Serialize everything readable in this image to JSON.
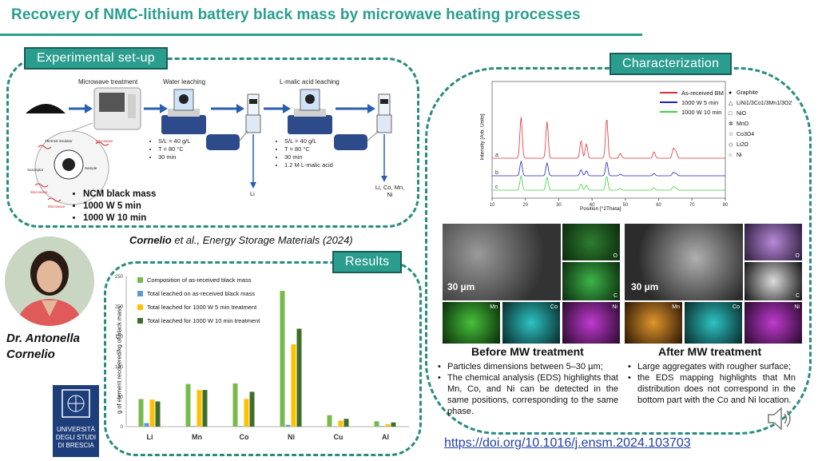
{
  "title": "Recovery of NMC-lithium battery black mass by microwave heating processes",
  "setup": {
    "heading": "Experimental set-up",
    "steps": [
      "Microwave treatment",
      "Water leaching",
      "L-malic acid leaching"
    ],
    "water_conditions": [
      "S/L = 40 g/L",
      "T = 80 °C",
      "30 min"
    ],
    "malic_conditions": [
      "S/L = 40 g/L",
      "T = 80 °C",
      "30 min",
      "1.2 M L-malic acid"
    ],
    "out_li": "Li",
    "out_metals": "Li, Co, Mn, Ni",
    "mw_labels": [
      "Thermal insulator",
      "Microwave",
      "Susceptor",
      "Sample",
      "Microwave",
      "Microwave"
    ],
    "samples": [
      "NCM black mass",
      "1000 W 5 min",
      "1000 W 10 min"
    ]
  },
  "citation": {
    "author": "Cornelio",
    "rest": " et al., Energy Storage Materials (2024)"
  },
  "presenter": {
    "line1": "Dr. Antonella",
    "line2": "Cornelio"
  },
  "university": {
    "l1": "UNIVERSITÀ",
    "l2": "DEGLI STUDI",
    "l3": "DI BRESCIA"
  },
  "results": {
    "heading": "Results"
  },
  "chart_data": {
    "type": "bar",
    "title": "",
    "xlabel": "",
    "ylabel": "g of element recovered/kg of black mass",
    "ylim": [
      0,
      250
    ],
    "yticks": [
      "0",
      "50",
      "100",
      "150",
      "200",
      "250"
    ],
    "categories": [
      "Li",
      "Mn",
      "Co",
      "Ni",
      "Cu",
      "Al"
    ],
    "series": [
      {
        "name": "Composition of as-received black mass",
        "color": "#78b94c",
        "values": [
          46,
          71,
          72,
          226,
          19,
          9
        ]
      },
      {
        "name": "Total leached on as-received black mass",
        "color": "#5b9bd5",
        "values": [
          6,
          1,
          1,
          3,
          0,
          1
        ]
      },
      {
        "name": "Total leached for 1000 W 5 min treatment",
        "color": "#ffc000",
        "values": [
          45,
          61,
          46,
          137,
          10,
          4
        ]
      },
      {
        "name": "Total leached for 1000 W 10 min treatment",
        "color": "#3f6e2b",
        "values": [
          42,
          61,
          58,
          163,
          13,
          7
        ]
      }
    ],
    "legend": "top-left"
  },
  "characterization": {
    "heading": "Characterization",
    "xrd": {
      "ylabel": "Intensity [Arb. Units]",
      "xlabel": "Position [°2Theta]",
      "xticks": [
        "10",
        "20",
        "30",
        "40",
        "50",
        "60",
        "70",
        "80"
      ],
      "trace_labels": [
        "a",
        "b",
        "c"
      ],
      "legend": [
        {
          "name": "As-received BM",
          "color": "#e03030"
        },
        {
          "name": "1000 W 5 min",
          "color": "#2020c0"
        },
        {
          "name": "1000 W 10 min",
          "color": "#40d040"
        }
      ],
      "phases": [
        {
          "sym": "●",
          "name": "Graphite"
        },
        {
          "sym": "△",
          "name": "LiNi1/3Co1/3Mn1/3O2"
        },
        {
          "sym": "□",
          "name": "NiO"
        },
        {
          "sym": "✲",
          "name": "MnO"
        },
        {
          "sym": "☆",
          "name": "Co3O4"
        },
        {
          "sym": "◇",
          "name": "Li2O"
        },
        {
          "sym": "○",
          "name": "Ni"
        }
      ]
    },
    "sem_scale": "30 µm",
    "maps_left": [
      "O",
      "C",
      "Mn",
      "Co",
      "Ni"
    ],
    "maps_right": [
      "O",
      "C",
      "Mn",
      "Co",
      "Ni"
    ],
    "before": {
      "heading": "Before MW treatment",
      "bullets": [
        "Particles dimensions between 5–30 µm;",
        "The chemical analysis (EDS) highlights that Mn, Co, and Ni can be detected in the same positions, corresponding to the same phase."
      ]
    },
    "after": {
      "heading": "After MW treatment",
      "bullets": [
        "Large aggregates with rougher surface;",
        "the EDS mapping highlights that Mn distribution does not correspond in the bottom part with the Co and Ni location."
      ]
    }
  },
  "doi": "https://doi.org/10.1016/j.ensm.2024.103703"
}
